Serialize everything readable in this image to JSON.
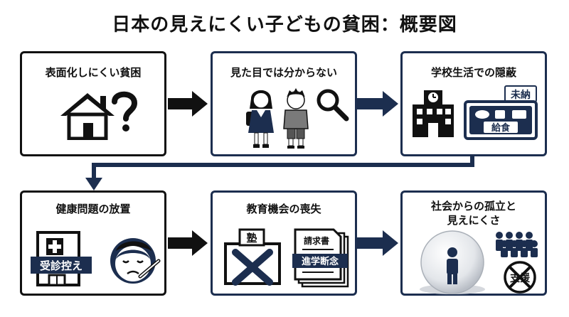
{
  "title": "日本の見えにくい子どもの貧困：概要図",
  "boxes": [
    {
      "label": "表面化しにくい貧困",
      "icons": [
        "house-icon",
        "question-mark-icon"
      ]
    },
    {
      "label": "見た目では分からない",
      "icons": [
        "girl-uniform-icon",
        "boy-icon",
        "magnifier-icon"
      ]
    },
    {
      "label": "学校生活での隠蔽",
      "tag": "未納",
      "lunch_label": "給食",
      "icons": [
        "school-building-icon",
        "lunch-tray-icon"
      ]
    },
    {
      "label": "健康問題の放置",
      "clinic_sign": "受診控え",
      "icons": [
        "clinic-icon",
        "sick-child-icon"
      ]
    },
    {
      "label": "教育機会の喪失",
      "cram_sign": "塾",
      "doc_title": "請求書",
      "doc_band": "進学断念",
      "icons": [
        "crossed-screen-icon",
        "invoice-icon"
      ]
    },
    {
      "label_lines": [
        "社会からの孤立と",
        "見えにくさ"
      ],
      "support_label": "支援",
      "icons": [
        "isolated-person-icon",
        "crowd-icon",
        "no-support-icon"
      ]
    }
  ],
  "colors": {
    "navy": "#1c2e4f",
    "black": "#111111",
    "white": "#ffffff"
  }
}
